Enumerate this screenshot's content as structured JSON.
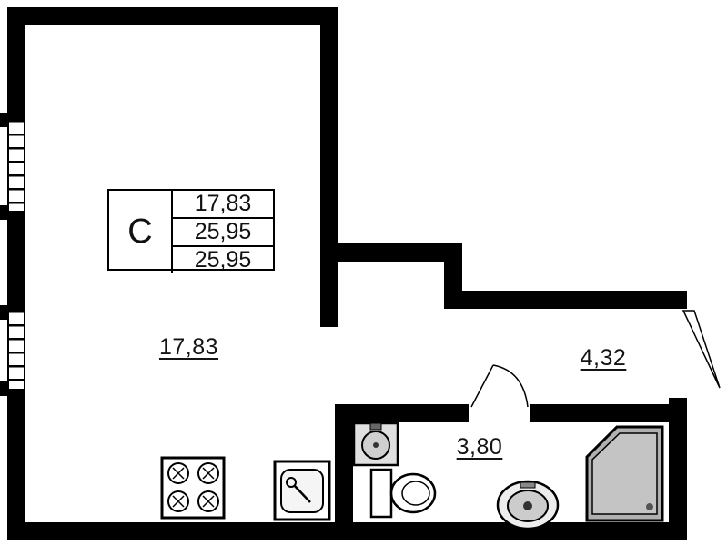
{
  "info_box": {
    "unit": "C",
    "rows": [
      "17,83",
      "25,95",
      "25,95"
    ]
  },
  "rooms": {
    "living": {
      "area": "17,83"
    },
    "hallway": {
      "area": "4,32"
    },
    "bathroom": {
      "area": "3,80"
    }
  },
  "fixtures": [
    "stove",
    "kitchen-sink",
    "bathroom-sink",
    "toilet",
    "washbasin",
    "shower-cabin"
  ],
  "colors": {
    "wall": "#000000",
    "background": "#ffffff",
    "shower_fill": "#b0b0b0",
    "fixture_fill": "#e0e0e0"
  }
}
